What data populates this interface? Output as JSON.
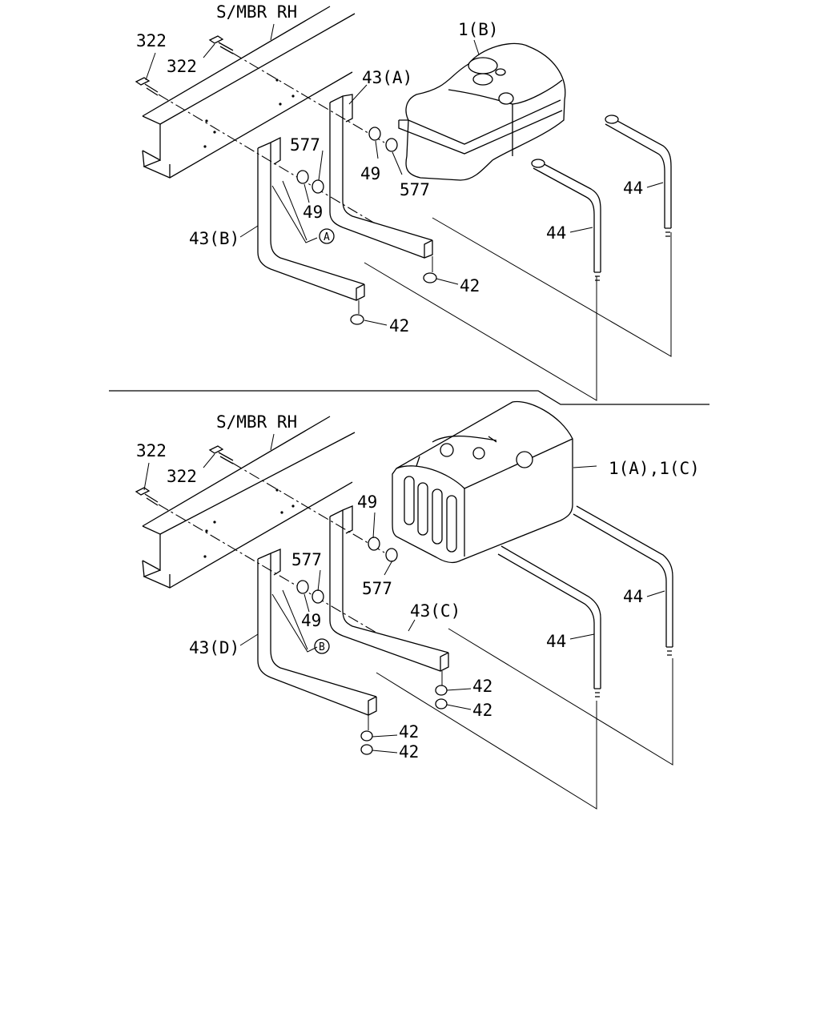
{
  "top": {
    "frame_label": "S/MBR RH",
    "bolt_a": "322",
    "bolt_b": "322",
    "tank_label": "1(B)",
    "bracket_front": "43(A)",
    "bracket_rear": "43(B)",
    "bushing_1": "577",
    "bushing_2": "577",
    "nut_1": "49",
    "nut_2": "49",
    "strap_1": "44",
    "strap_2": "44",
    "lock_nut_1": "42",
    "lock_nut_2": "42",
    "ref_mark": "A"
  },
  "bottom": {
    "frame_label": "S/MBR RH",
    "bolt_a": "322",
    "bolt_b": "322",
    "tank_label": "1(A),1(C)",
    "bracket_front": "43(C)",
    "bracket_rear": "43(D)",
    "bushing_1": "577",
    "bushing_2": "577",
    "nut_1": "49",
    "nut_2": "49",
    "strap_1": "44",
    "strap_2": "44",
    "lock_nut_1": "42",
    "lock_nut_2": "42",
    "lock_nut_3": "42",
    "lock_nut_4": "42",
    "ref_mark": "B"
  }
}
